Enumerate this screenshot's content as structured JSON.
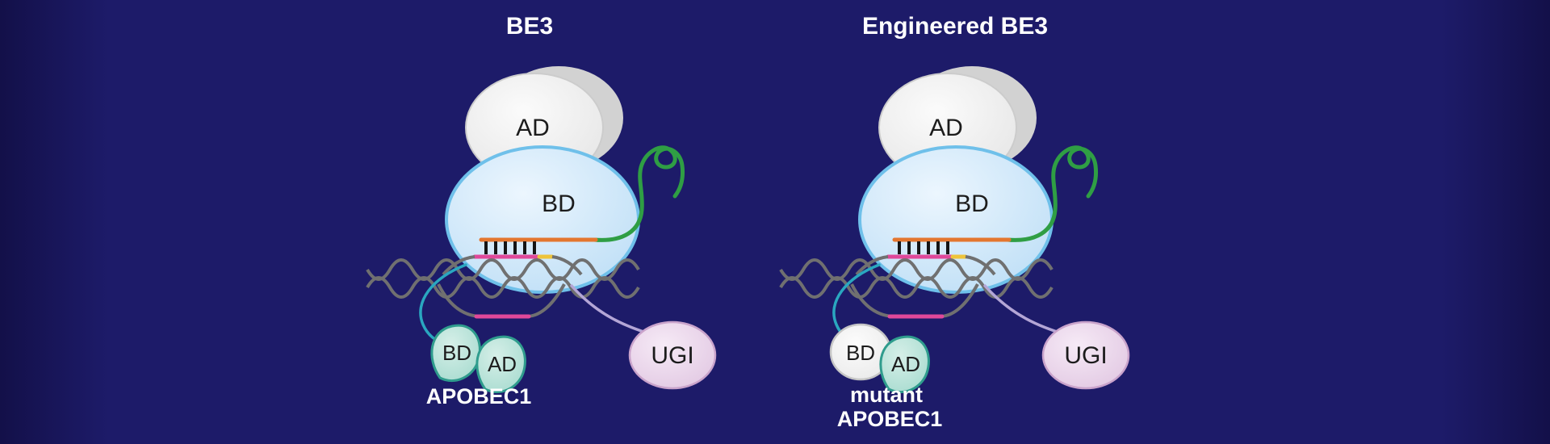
{
  "figure": {
    "description_labels": {
      "left_title": "BE3",
      "right_title": "Engineered BE3"
    }
  },
  "colors": {
    "bg": "#1d1b69",
    "bg_edge": "#131049",
    "title_text": "#ffffff",
    "cas9_fill_light": "#ecf6fe",
    "cas9_fill": "#b7dbf5",
    "cas9_stroke": "#6fc0ea",
    "ad_fill_light": "#fbfbfb",
    "ad_fill": "#e3e3e3",
    "ad_stroke": "#cccccc",
    "ad_shadow": "#d2d2d2",
    "ugi_fill_light": "#f6eaf6",
    "ugi_fill": "#dec2df",
    "ugi_stroke": "#c9a3cb",
    "leaf_fill_light": "#d6efe8",
    "leaf_fill": "#9bd6c9",
    "leaf_stroke": "#2f9c8d",
    "mutant_fill_light": "#fcfcfc",
    "mutant_fill": "#e6e6e6",
    "mutant_stroke": "#c6c6c6",
    "sgrna_green": "#2f9e44",
    "guide_orange": "#e4762f",
    "tick_black": "#151515",
    "strand_pink": "#e0489a",
    "pam_yellow": "#eec43a",
    "dna_gray": "#707070",
    "linker_teal": "#2aa7c0",
    "linker_lavender": "#b4a6d6",
    "label_dark": "#1c1c1c",
    "label_light": "#ffffff"
  },
  "diagrams": [
    {
      "title": "BE3",
      "cas9_ad_label": "AD",
      "cas9_bd_label": "BD",
      "apobec_bd_label": "BD",
      "apobec_ad_label": "AD",
      "apobec_name_line1": "APOBEC1",
      "apobec_name_line2": "",
      "ugi_label": "UGI"
    },
    {
      "title": "Engineered BE3",
      "cas9_ad_label": "AD",
      "cas9_bd_label": "BD",
      "apobec_bd_label": "BD",
      "apobec_ad_label": "AD",
      "apobec_name_line1": "mutant",
      "apobec_name_line2": "APOBEC1",
      "ugi_label": "UGI"
    }
  ]
}
